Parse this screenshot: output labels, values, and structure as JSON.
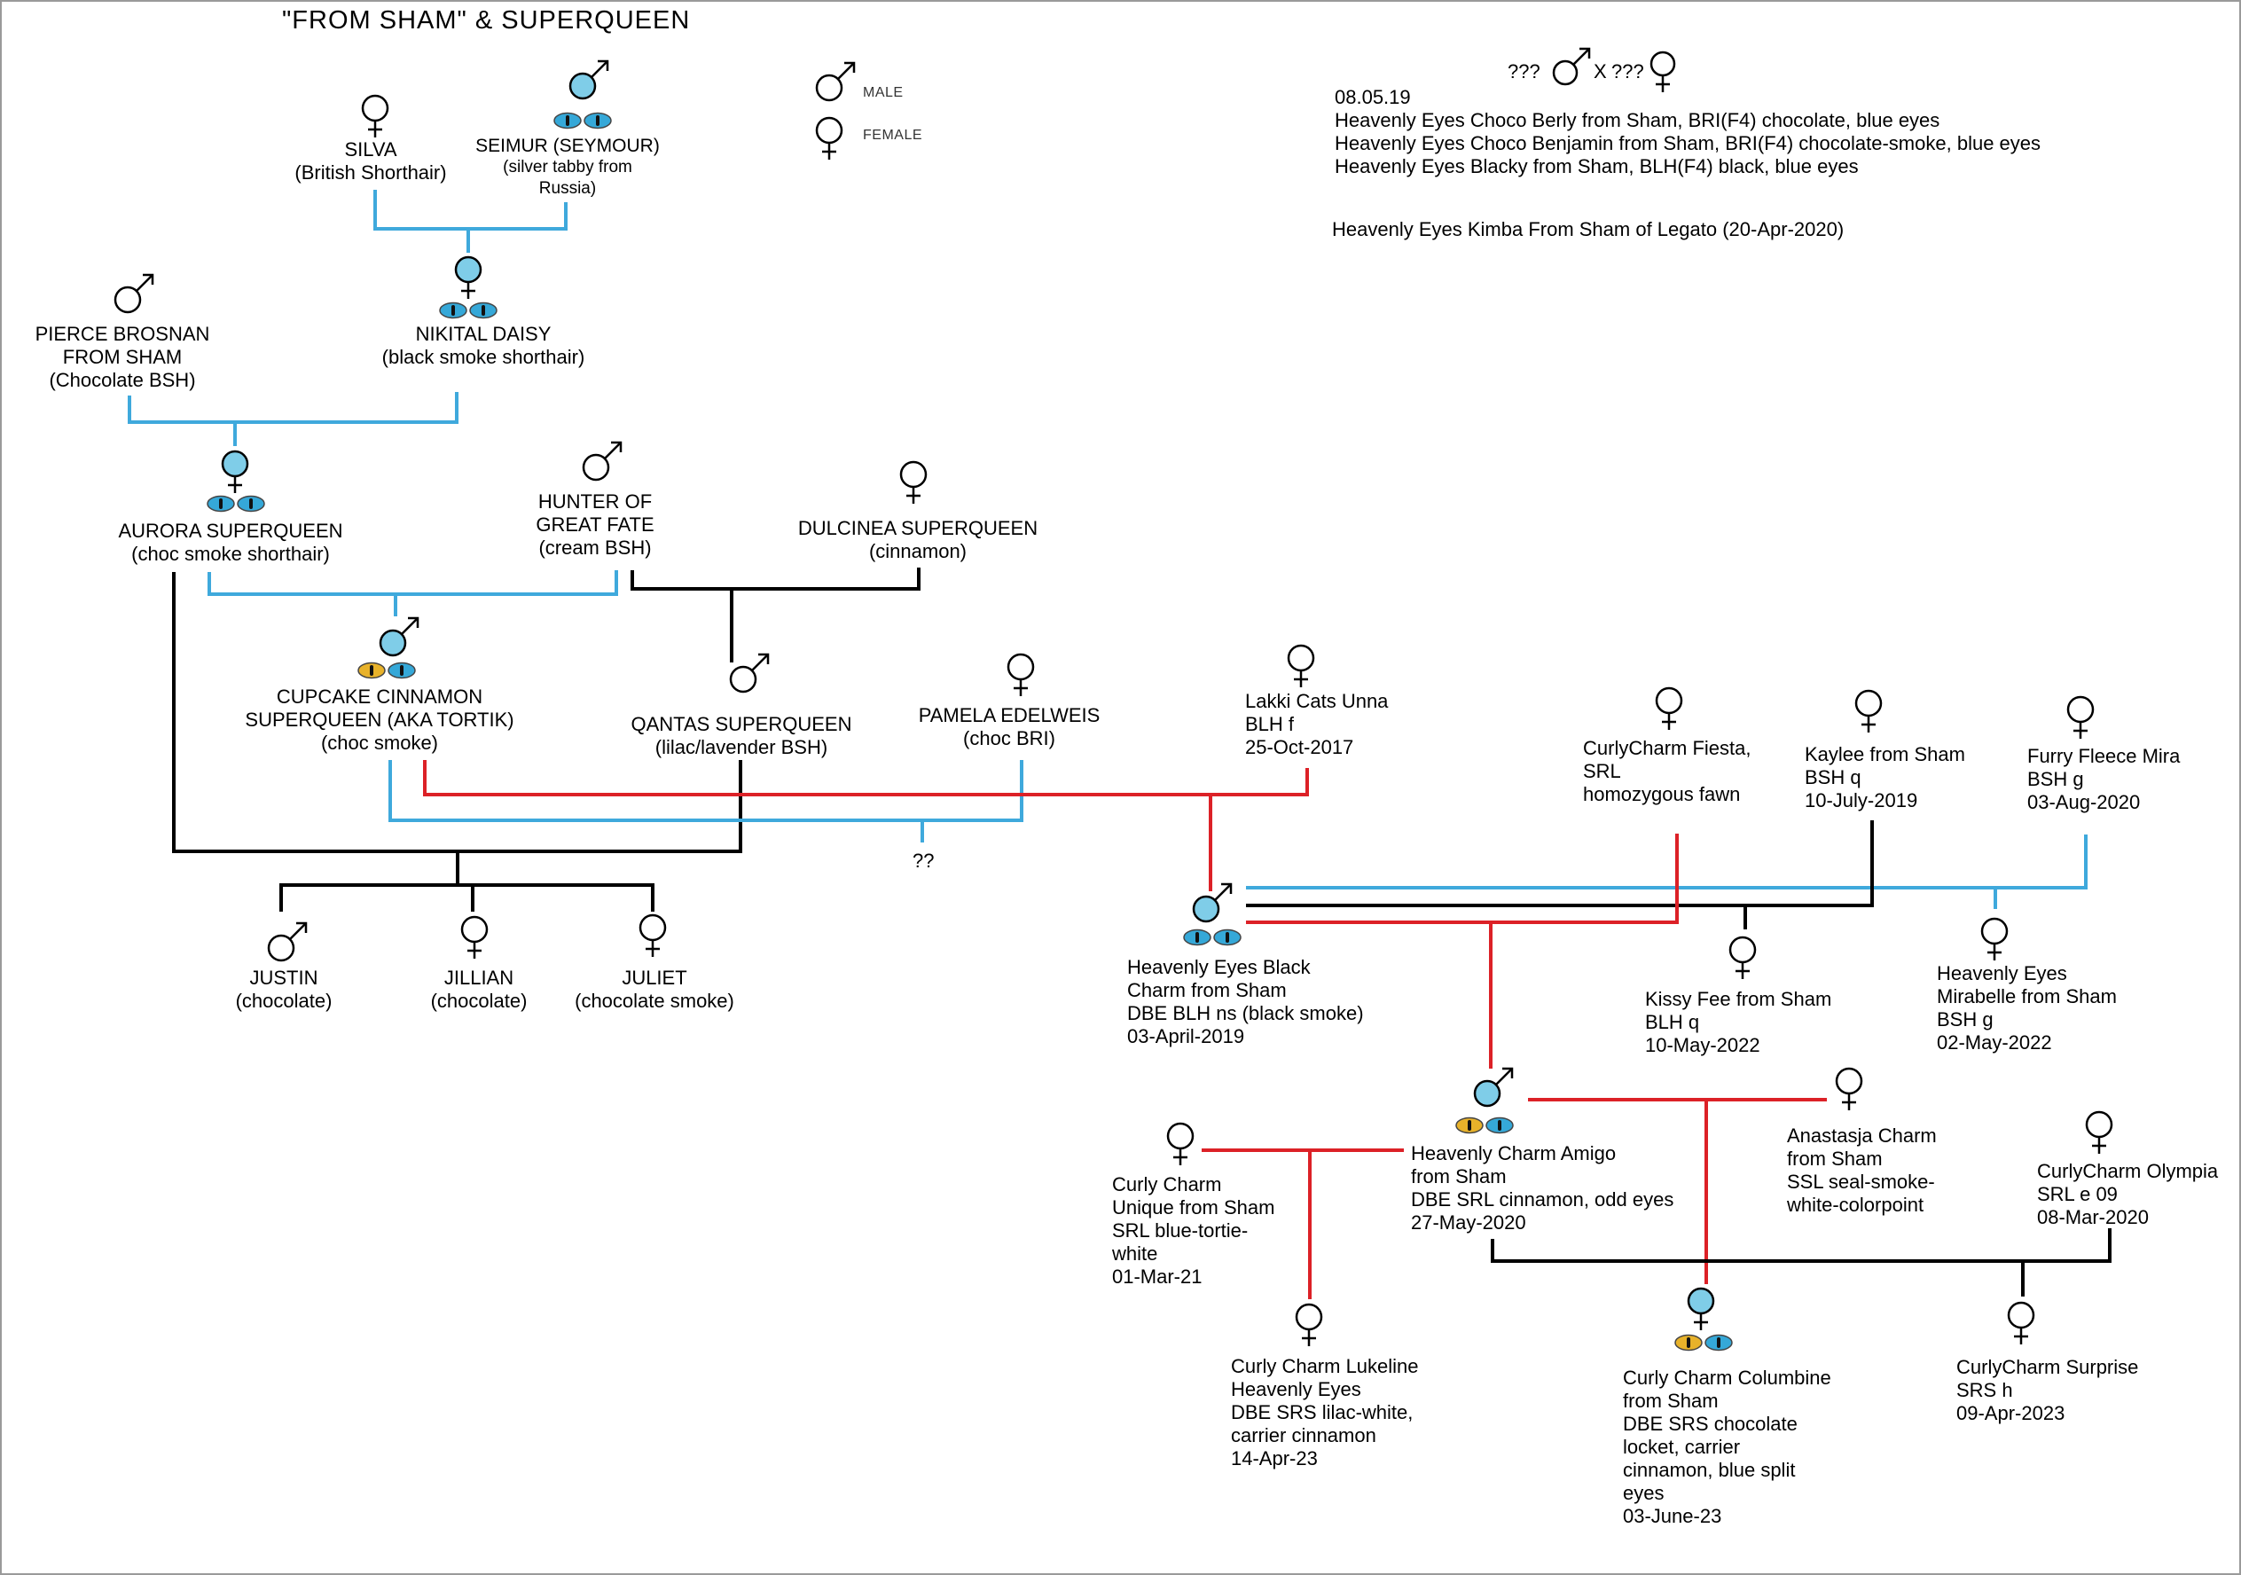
{
  "title": "\"FROM SHAM\" & SUPERQUEEN",
  "legend": {
    "male": "MALE",
    "female": "FEMALE"
  },
  "notes": {
    "unknown_parents": {
      "left": "???",
      "x": "X",
      "right": "???"
    },
    "date": "08.05.19",
    "lines": [
      "Heavenly Eyes Choco Berly from Sham, BRI(F4) chocolate, blue eyes",
      "Heavenly Eyes Choco Benjamin from Sham, BRI(F4) chocolate-smoke, blue eyes",
      "Heavenly Eyes Blacky from Sham, BLH(F4) black, blue eyes"
    ],
    "kimba": "Heavenly Eyes Kimba From Sham of Legato (20-Apr-2020)"
  },
  "unknown_parent_mark": "??",
  "colors": {
    "blue": "#3fa9dc",
    "red": "#dc2127",
    "black": "#000000",
    "node_fill": "#7fcde8",
    "eye_blue": "#35a8d8",
    "eye_yellow": "#e8b22a"
  },
  "cats": {
    "silva": {
      "sex": "female",
      "name": "SILVA",
      "info": [
        "(British Shorthair)"
      ]
    },
    "seimur": {
      "sex": "male",
      "name": "SEIMUR (SEYMOUR)",
      "info": [
        "(silver tabby from",
        "Russia)"
      ],
      "eyes": "blue-blue"
    },
    "pierce": {
      "sex": "male",
      "name": "PIERCE BROSNAN",
      "info": [
        "FROM SHAM",
        "(Chocolate BSH)"
      ]
    },
    "nikital": {
      "sex": "female",
      "name": "NIKITAL DAISY",
      "info": [
        "(black smoke shorthair)"
      ],
      "eyes": "blue-blue"
    },
    "aurora": {
      "sex": "female",
      "name": "AURORA SUPERQUEEN",
      "info": [
        "(choc smoke shorthair)"
      ],
      "eyes": "blue-blue"
    },
    "hunter": {
      "sex": "male",
      "name": "HUNTER OF",
      "info": [
        "GREAT FATE",
        "(cream BSH)"
      ]
    },
    "dulcinea": {
      "sex": "female",
      "name": "DULCINEA SUPERQUEEN",
      "info": [
        "(cinnamon)"
      ]
    },
    "cupcake": {
      "sex": "male",
      "name": "CUPCAKE CINNAMON",
      "info": [
        "SUPERQUEEN (AKA TORTIK)",
        "(choc smoke)"
      ],
      "eyes": "yellow-blue"
    },
    "qantas": {
      "sex": "male",
      "name": "QANTAS SUPERQUEEN",
      "info": [
        "(lilac/lavender BSH)"
      ]
    },
    "pamela": {
      "sex": "female",
      "name": "PAMELA EDELWEIS",
      "info": [
        "(choc BRI)"
      ]
    },
    "justin": {
      "sex": "male",
      "name": "JUSTIN",
      "info": [
        "(chocolate)"
      ]
    },
    "jillian": {
      "sex": "female",
      "name": "JILLIAN",
      "info": [
        "(chocolate)"
      ]
    },
    "juliet": {
      "sex": "female",
      "name": "JULIET",
      "info": [
        "(chocolate smoke)"
      ]
    },
    "lakki": {
      "sex": "female",
      "name": "Lakki Cats Unna",
      "info": [
        "BLH f",
        "25-Oct-2017"
      ]
    },
    "fiesta": {
      "sex": "female",
      "name": "CurlyCharm Fiesta,",
      "info": [
        "SRL",
        "homozygous fawn"
      ]
    },
    "kaylee": {
      "sex": "female",
      "name": "Kaylee from Sham",
      "info": [
        "BSH q",
        "10-July-2019"
      ]
    },
    "mira": {
      "sex": "female",
      "name": "Furry Fleece Mira",
      "info": [
        "BSH g",
        "03-Aug-2020"
      ]
    },
    "blackcharm": {
      "sex": "male",
      "name": "Heavenly Eyes Black",
      "info": [
        "Charm from Sham",
        "DBE  BLH ns (black smoke)",
        "03-April-2019"
      ],
      "eyes": "blue-blue"
    },
    "kissy": {
      "sex": "female",
      "name": "Kissy Fee from Sham",
      "info": [
        "BLH q",
        "10-May-2022"
      ]
    },
    "mirabelle": {
      "sex": "female",
      "name": "Heavenly Eyes",
      "info": [
        "Mirabelle from Sham",
        "BSH g",
        "02-May-2022"
      ]
    },
    "amigo": {
      "sex": "male",
      "name": "Heavenly Charm Amigo",
      "info": [
        "from Sham",
        "DBE SRL cinnamon, odd eyes",
        "27-May-2020"
      ],
      "eyes": "yellow-blue"
    },
    "unique": {
      "sex": "female",
      "name": "Curly Charm",
      "info": [
        "Unique from Sham",
        "SRL blue-tortie-",
        "white",
        "01-Mar-21"
      ]
    },
    "anastasja": {
      "sex": "female",
      "name": "Anastasja Charm",
      "info": [
        "from Sham",
        "SSL seal-smoke-",
        "white-colorpoint"
      ]
    },
    "olympia": {
      "sex": "female",
      "name": "CurlyCharm Olympia",
      "info": [
        "SRL e 09",
        "08-Mar-2020"
      ]
    },
    "lukeline": {
      "sex": "female",
      "name": "Curly Charm Lukeline",
      "info": [
        "Heavenly Eyes",
        "DBE SRS lilac-white,",
        "carrier cinnamon",
        "14-Apr-23"
      ]
    },
    "columbine": {
      "sex": "female",
      "name": "Curly Charm Columbine",
      "info": [
        "from Sham",
        "DBE SRS chocolate",
        "locket, carrier",
        "cinnamon, blue split",
        "eyes",
        "03-June-23"
      ],
      "eyes": "yellow-blue"
    },
    "surprise": {
      "sex": "female",
      "name": "CurlyCharm Surprise",
      "info": [
        "SRS h",
        "09-Apr-2023"
      ]
    }
  }
}
